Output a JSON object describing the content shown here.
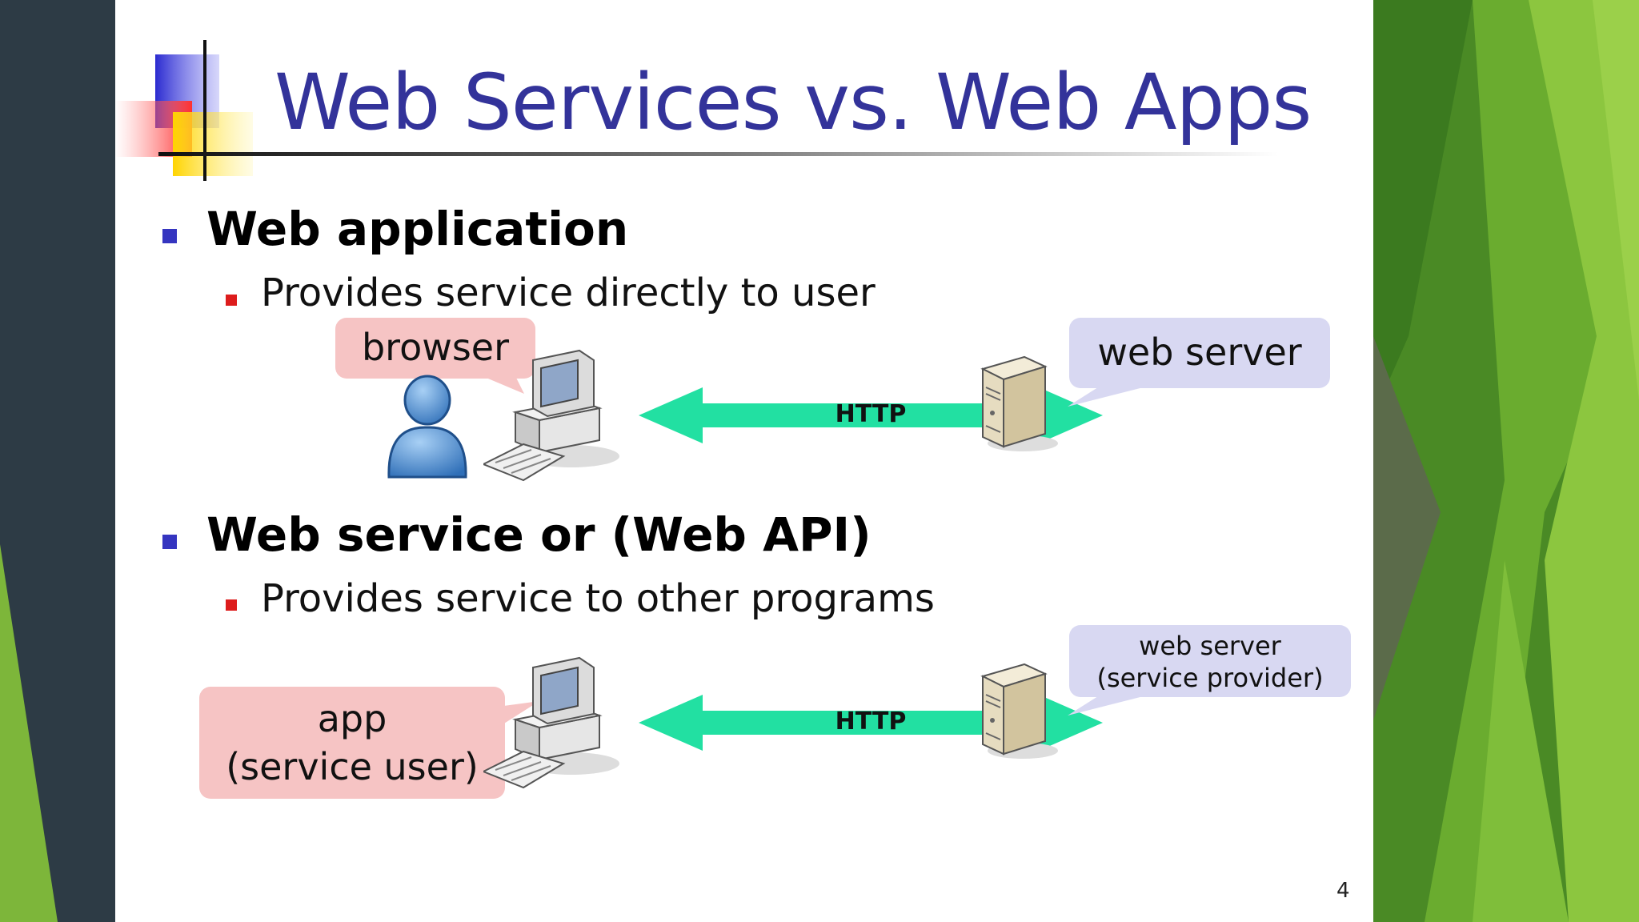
{
  "slide": {
    "title": "Web Services vs. Web Apps",
    "page_number": "4"
  },
  "section1": {
    "heading": "Web application",
    "sub": "Provides service directly to user",
    "left_callout": "browser",
    "right_callout": "web server",
    "arrow_label": "HTTP"
  },
  "section2": {
    "heading": "Web service or (Web API)",
    "sub": "Provides service to other programs",
    "left_callout_line1": "app",
    "left_callout_line2": "(service user)",
    "right_callout_line1": "web server",
    "right_callout_line2": "(service provider)",
    "arrow_label": "HTTP"
  },
  "colors": {
    "title": "#33339a",
    "bullet_main": "#3535c0",
    "bullet_sub": "#dd1c1c",
    "arrow": "#22e0a2",
    "callout_pink": "#f6c4c4",
    "callout_blue": "#d8d8f2",
    "green_dark": "#3f7f22",
    "green_light": "#8cc63f"
  }
}
